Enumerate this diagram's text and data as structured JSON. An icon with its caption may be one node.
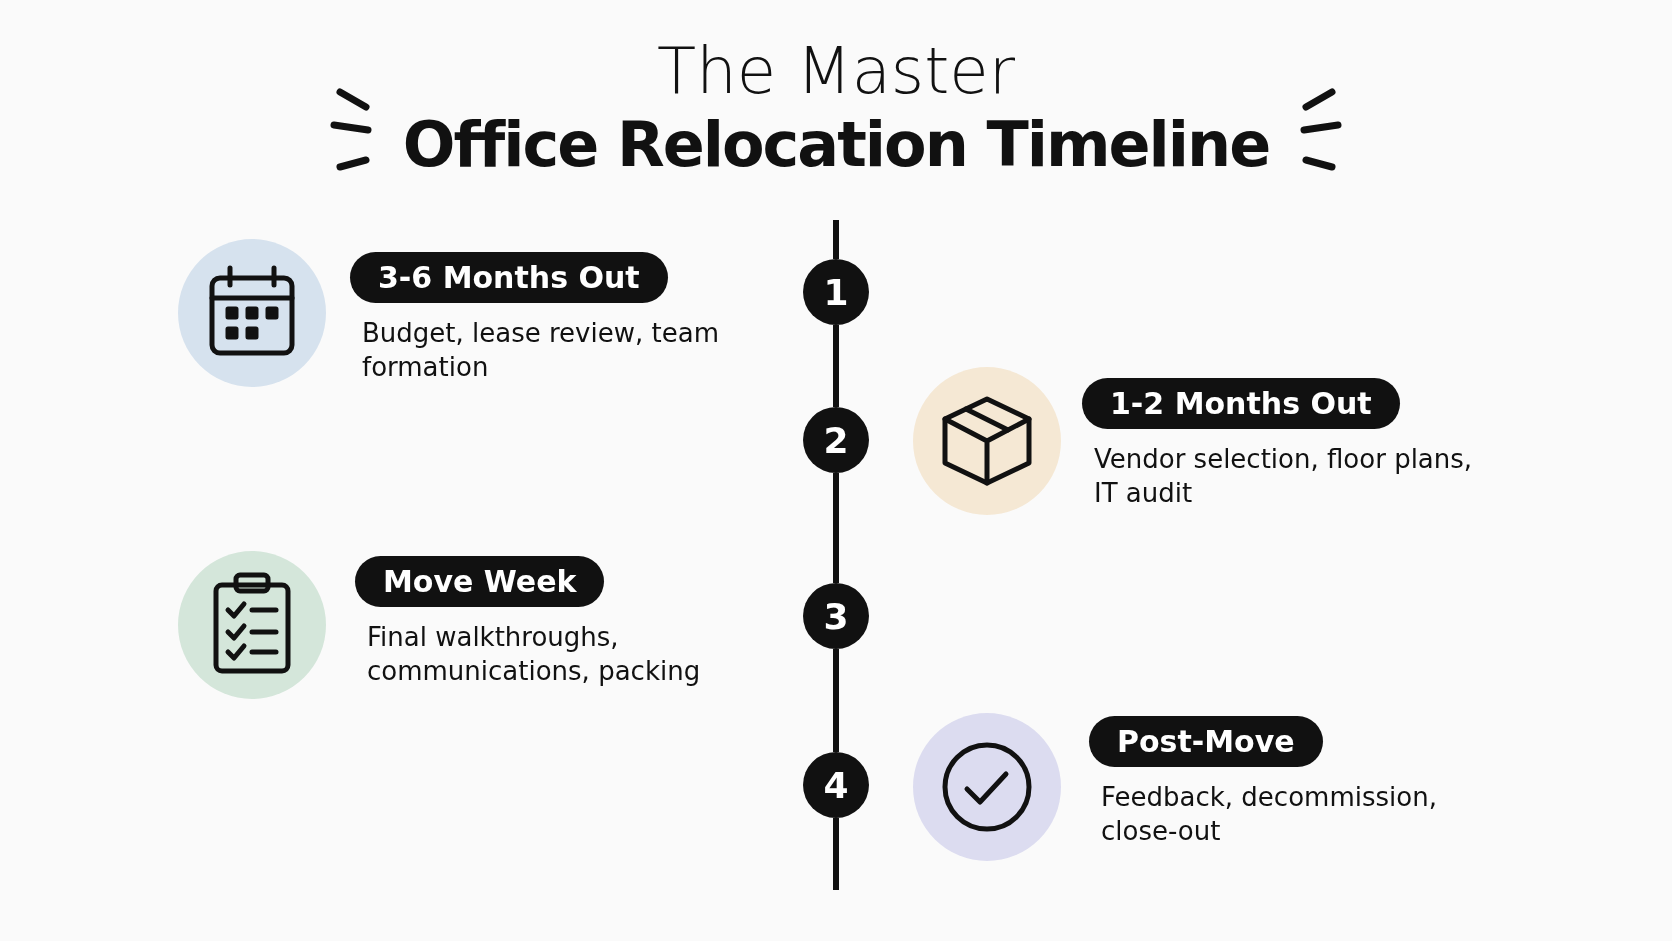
{
  "diagram": {
    "title": "The Master **Office Relocation Timeline**",
    "nodes": [
      {
        "text": [
          "1"
        ]
      },
      {
        "text": [
          "2"
        ]
      },
      {
        "text": [
          "3"
        ]
      },
      {
        "text": [
          "4"
        ]
      },
      {
        "text": [
          "3-6 Months Out",
          "Budget, lease review, team formation"
        ]
      },
      {
        "text": [
          "1-2 Months Out",
          "Vendor selection, floor plans, IT audit"
        ]
      },
      {
        "text": [
          "Move Week",
          "Final walkthroughs, communications, packing"
        ]
      },
      {
        "text": [
          "Post-Move",
          "Feedback, decommission, close-out"
        ]
      }
    ],
    "edges": [
      {
        "from": 0,
        "to": 1,
        "arrow": "none"
      },
      {
        "from": 1,
        "to": 2,
        "arrow": "none"
      },
      {
        "from": 2,
        "to": 3,
        "arrow": "none"
      }
    ]
  }
}
